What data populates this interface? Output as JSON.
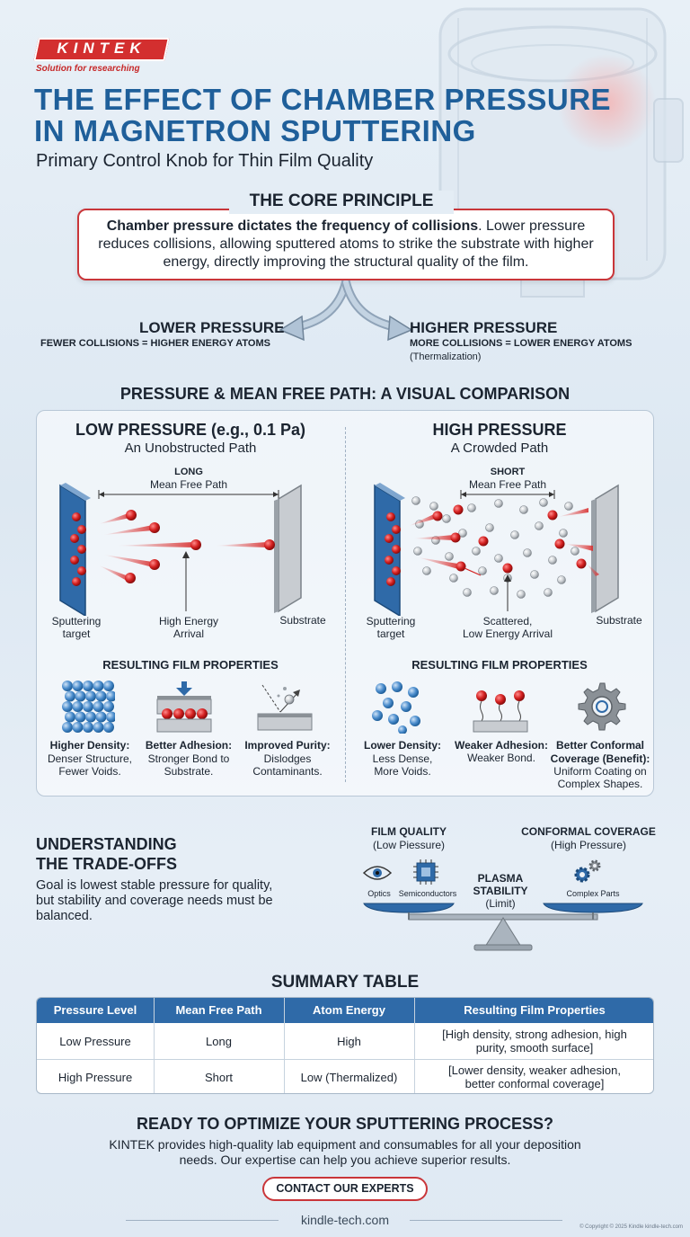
{
  "brand": {
    "logo": "KINTEK",
    "tagline": "Solution for researching"
  },
  "header": {
    "title_line1": "THE EFFECT OF CHAMBER PRESSURE",
    "title_line2": "IN MAGNETRON SPUTTERING",
    "subtitle": "Primary Control Knob for Thin Film Quality"
  },
  "core": {
    "heading": "THE CORE PRINCIPLE",
    "text_bold": "Chamber pressure dictates the frequency of collisions",
    "text_rest": ". Lower pressure reduces collisions, allowing sputtered atoms to strike the substrate with higher energy, directly improving the structural quality of the film."
  },
  "branches": {
    "lower": {
      "label": "LOWER PRESSURE",
      "sub": "FEWER COLLISIONS = HIGHER ENERGY ATOMS"
    },
    "higher": {
      "label": "HIGHER PRESSURE",
      "sub": "MORE COLLISIONS = LOWER ENERGY ATOMS",
      "note": "(Thermalization)"
    }
  },
  "comparison": {
    "heading": "PRESSURE & MEAN FREE PATH: A VISUAL COMPARISON",
    "low": {
      "title": "LOW PRESSURE (e.g., 0.1 Pa)",
      "subtitle": "An Unobstructed Path",
      "mfp_len": "LONG",
      "mfp_label": "Mean Free Path",
      "target": [
        "Sputtering",
        "target"
      ],
      "arrival": [
        "High Energy",
        "Arrival"
      ],
      "substrate": "Substrate",
      "props_heading": "RESULTING FILM PROPERTIES",
      "props": [
        {
          "title": "Higher Density:",
          "lines": [
            "Denser Structure,",
            "Fewer Voids."
          ]
        },
        {
          "title": "Better Adhesion:",
          "lines": [
            "Stronger Bond to",
            "Substrate."
          ]
        },
        {
          "title": "Improved Purity:",
          "lines": [
            "Dislodges",
            "Contaminants."
          ]
        }
      ]
    },
    "high": {
      "title": "HIGH PRESSURE",
      "subtitle": "A Crowded Path",
      "mfp_len": "SHORT",
      "mfp_label": "Mean Free Path",
      "target": [
        "Sputtering",
        "target"
      ],
      "arrival": [
        "Scattered,",
        "Low Energy Arrival"
      ],
      "substrate": "Substrate",
      "props_heading": "RESULTING FILM PROPERTIES",
      "props": [
        {
          "title": "Lower Density:",
          "lines": [
            "Less Dense,",
            "More Voids."
          ]
        },
        {
          "title": "Weaker Adhesion:",
          "lines": [
            "Weaker Bond."
          ]
        },
        {
          "title": "Better Conformal",
          "lines": [
            "Coverage (Benefit):",
            "Uniform Coating on",
            "Complex Shapes."
          ]
        }
      ]
    }
  },
  "tradeoffs": {
    "heading1": "UNDERSTANDING",
    "heading2": "THE TRADE-OFFS",
    "text": "Goal is lowest stable pressure for quality, but stability and coverage needs must be balanced.",
    "left_title": "FILM QUALITY",
    "left_sub": "(Low Piessure)",
    "left_items": [
      "Optics",
      "Semiconductors"
    ],
    "right_title": "CONFORMAL COVERAGE",
    "right_sub": "(High Pressure)",
    "right_item": "Complex Parts",
    "center_title1": "PLASMA",
    "center_title2": "STABILITY",
    "center_sub": "(Limit)"
  },
  "summary": {
    "heading": "SUMMARY TABLE",
    "columns": [
      "Pressure Level",
      "Mean Free Path",
      "Atom Energy",
      "Resulting Film Properties"
    ],
    "rows": [
      [
        "Low Pressure",
        "Long",
        "High",
        "[High density, strong adhesion, high purity, smooth surface]"
      ],
      [
        "High Pressure",
        "Short",
        "Low (Thermalized)",
        "[Lower density, weaker adhesion, better conformal coverage]"
      ]
    ]
  },
  "cta": {
    "heading": "READY TO OPTIMIZE YOUR SPUTTERING PROCESS?",
    "text": "KINTEK provides high-quality lab equipment and consumables for all your deposition needs. Our expertise can help you achieve superior results.",
    "button": "CONTACT OUR EXPERTS"
  },
  "footer": {
    "site": "kindle-tech.com",
    "copyright": "© Copyright © 2025 Kindle kindle-tech.com"
  },
  "colors": {
    "primary_blue": "#1f5f9a",
    "accent_red": "#c9363a",
    "header_blue": "#2f6aa8"
  }
}
